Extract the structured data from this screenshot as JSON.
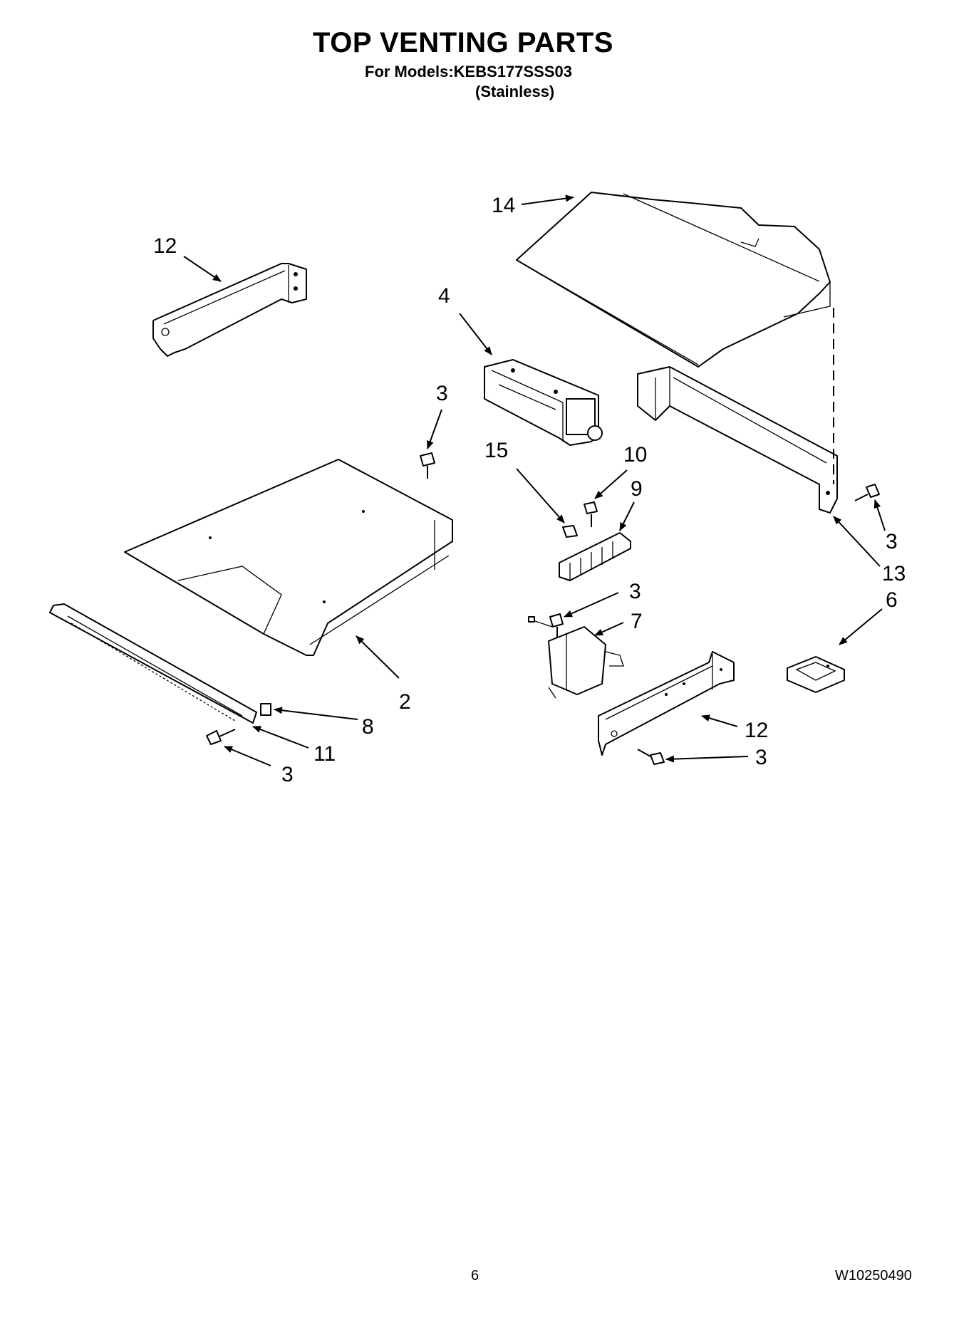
{
  "header": {
    "title": "TOP VENTING PARTS",
    "models_line": "For Models:KEBS177SSS03",
    "finish_line": "(Stainless)"
  },
  "callouts": {
    "c14": "14",
    "c12a": "12",
    "c4": "4",
    "c3a": "3",
    "c15": "15",
    "c10": "10",
    "c9": "9",
    "c3b": "3",
    "c13": "13",
    "c6": "6",
    "c3c": "3",
    "c7": "7",
    "c2": "2",
    "c8": "8",
    "c11": "11",
    "c3d": "3",
    "c12b": "12",
    "c3e": "3"
  },
  "footer": {
    "page_number": "6",
    "document_number": "W10250490"
  }
}
